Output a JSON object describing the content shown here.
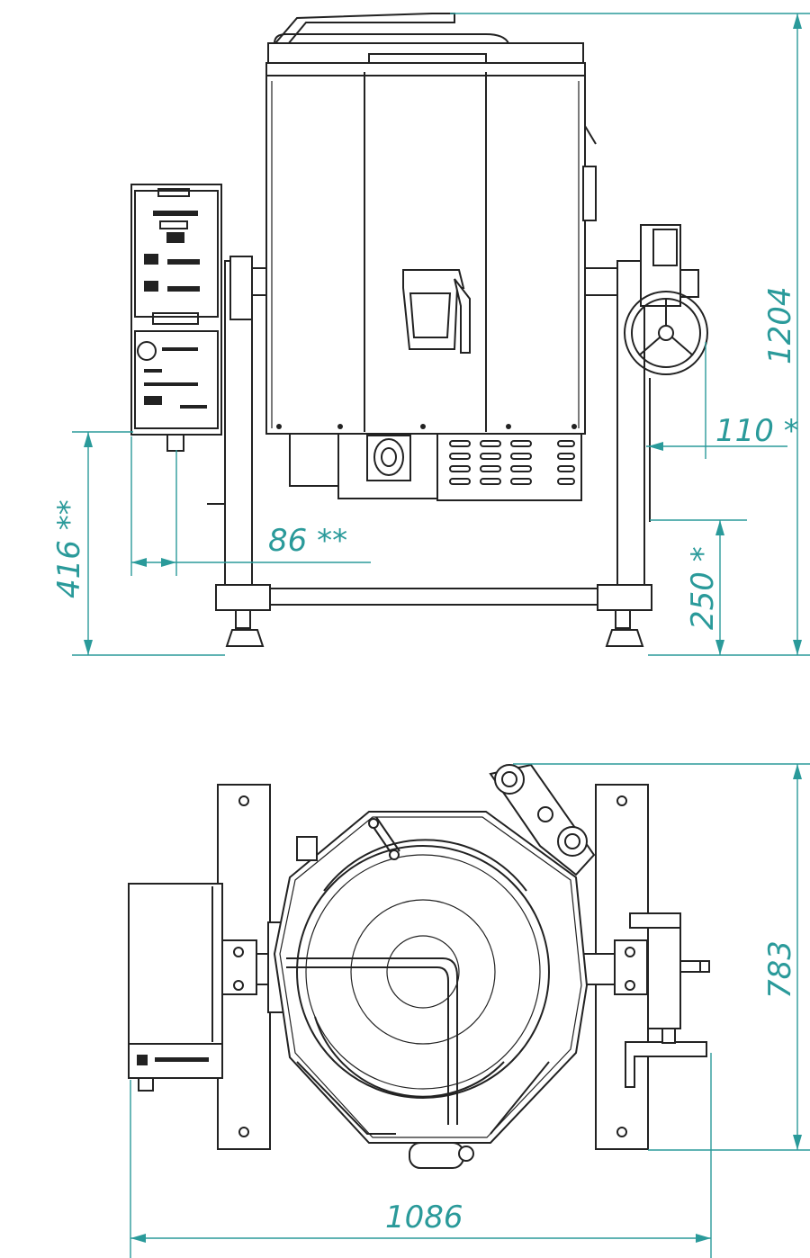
{
  "dimensions": {
    "overall_height": "1204",
    "top_offset": "110 *",
    "panel_bottom": "416 **",
    "panel_offset": "86 **",
    "valve_height": "250 *",
    "depth": "783",
    "width": "1086"
  },
  "colors": {
    "outline": "#222222",
    "dimension": "#2a9a9a",
    "background": "#ffffff"
  }
}
